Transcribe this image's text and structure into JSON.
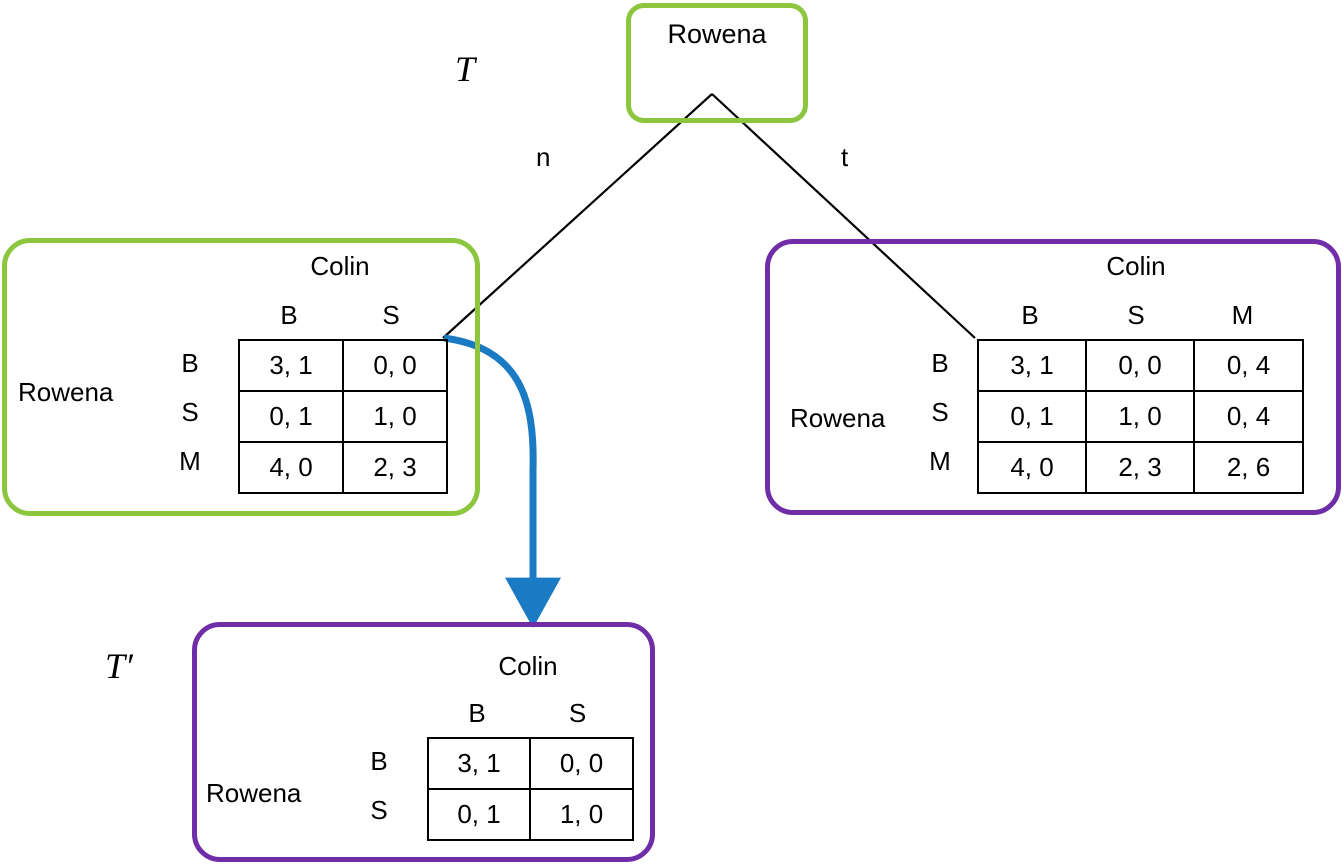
{
  "diagram": {
    "title_tag_root": "T",
    "title_tag_reduced": "T′",
    "colors": {
      "green": "#8cc63f",
      "purple": "#6f2da8",
      "arrow_blue": "#1a7ac4",
      "line": "#000000"
    }
  },
  "root_node": {
    "player": "Rowena"
  },
  "edges": [
    {
      "label": "n",
      "to": "left_subgame"
    },
    {
      "label": "t",
      "to": "right_subgame"
    }
  ],
  "left_subgame": {
    "border_color": "green",
    "col_player": "Colin",
    "row_player": "Rowena",
    "col_headers": [
      "B",
      "S"
    ],
    "row_headers": [
      "B",
      "S",
      "M"
    ],
    "cells": [
      [
        "3, 1",
        "0, 0"
      ],
      [
        "0, 1",
        "1, 0"
      ],
      [
        "4, 0",
        "2, 3"
      ]
    ]
  },
  "right_subgame": {
    "border_color": "purple",
    "col_player": "Colin",
    "row_player": "Rowena",
    "col_headers": [
      "B",
      "S",
      "M"
    ],
    "row_headers": [
      "B",
      "S",
      "M"
    ],
    "cells": [
      [
        "3, 1",
        "0, 0",
        "0, 4"
      ],
      [
        "0, 1",
        "1, 0",
        "0, 4"
      ],
      [
        "4, 0",
        "2, 3",
        "2, 6"
      ]
    ]
  },
  "reduced_game": {
    "border_color": "purple",
    "col_player": "Colin",
    "row_player": "Rowena",
    "col_headers": [
      "B",
      "S"
    ],
    "row_headers": [
      "B",
      "S"
    ],
    "cells": [
      [
        "3, 1",
        "0, 0"
      ],
      [
        "0, 1",
        "1, 0"
      ]
    ]
  },
  "arrow": {
    "name": "reduction-arrow",
    "color": "#1a7ac4"
  }
}
